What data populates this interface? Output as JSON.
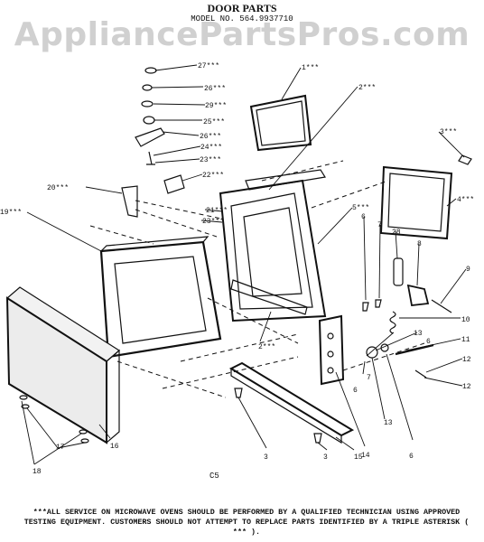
{
  "watermark": "AppliancePartsPros.com",
  "header": {
    "title": "DOOR PARTS",
    "model": "MODEL NO. 564.9937710"
  },
  "callouts": {
    "c27": "27***",
    "c26a": "26***",
    "c29": "29***",
    "c25": "25***",
    "c26b": "26***",
    "c24": "24***",
    "c23a": "23***",
    "c22": "22***",
    "c20": "20***",
    "c21": "21***",
    "c23b": "23***",
    "c19": "19***",
    "c1": "1***",
    "c2a": "2***",
    "c3a": "3***",
    "c4": "4***",
    "c5": "5***",
    "c6a": "6",
    "c7a": "7",
    "c28": "28",
    "c8": "8",
    "c9": "9",
    "c10": "10",
    "c11": "11",
    "c12a": "12",
    "c12b": "12",
    "c13a": "13",
    "c6b": "6",
    "c7b": "7",
    "c6c": "6",
    "c13b": "13",
    "c14": "14",
    "c6d": "6",
    "c2b": "2***",
    "c15": "15",
    "c3b": "3",
    "c3c": "3",
    "c16": "16",
    "c17": "17",
    "c18": "18"
  },
  "code": "C5",
  "footnote": "***ALL SERVICE ON MICROWAVE OVENS SHOULD BE PERFORMED BY A QUALIFIED TECHNICIAN USING APPROVED TESTING EQUIPMENT. CUSTOMERS SHOULD NOT ATTEMPT TO REPLACE PARTS IDENTIFIED BY A TRIPLE ASTERISK ( *** )."
}
